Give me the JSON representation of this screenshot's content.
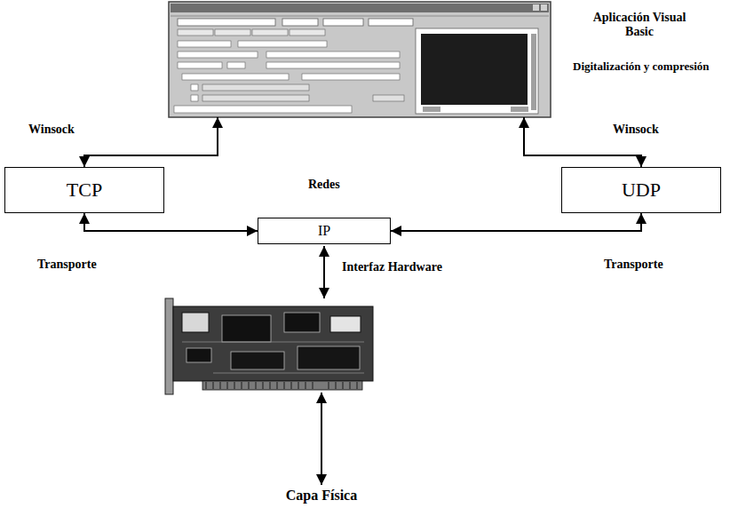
{
  "diagram": {
    "nodes": [
      {
        "text": [
          "Aplicación Visual Basic",
          "Digitalización y compresión"
        ]
      },
      {
        "text": [
          "TCP"
        ]
      },
      {
        "text": [
          "UDP"
        ]
      },
      {
        "text": [
          "IP"
        ]
      }
    ],
    "edges": [
      {
        "from": 0,
        "to": 1,
        "arrow": "both",
        "label": "Winsock"
      },
      {
        "from": 0,
        "to": 2,
        "arrow": "both",
        "label": "Winsock"
      },
      {
        "from": 1,
        "to": 3,
        "arrow": "both",
        "label": "Transporte"
      },
      {
        "from": 2,
        "to": 3,
        "arrow": "both",
        "label": "Transporte"
      }
    ],
    "labels": [
      "Redes",
      "Interfaz Hardware",
      "Capa Física"
    ]
  }
}
